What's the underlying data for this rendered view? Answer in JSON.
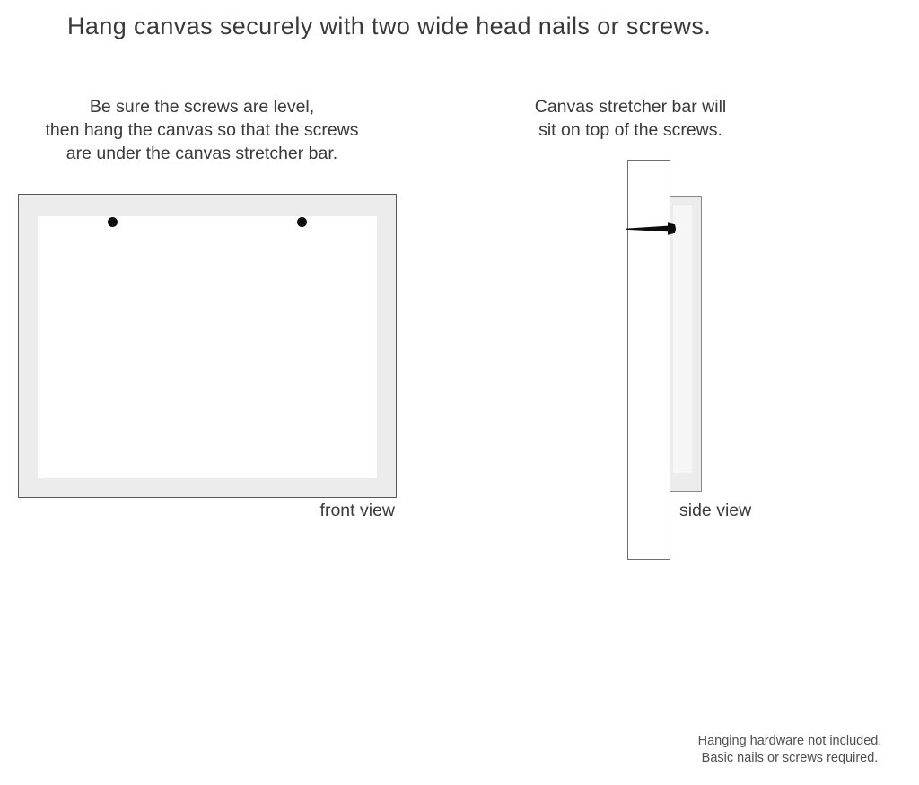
{
  "title": "Hang canvas securely with two wide head nails or screws.",
  "instructions": {
    "front": {
      "lines": [
        "Be sure the screws are level,",
        "then hang the canvas so that the screws",
        "are under the canvas stretcher bar."
      ]
    },
    "side": {
      "lines": [
        "Canvas stretcher bar will",
        "sit on top of the screws."
      ]
    }
  },
  "diagrams": {
    "front_view": {
      "label": "front view",
      "nail_count": 2
    },
    "side_view": {
      "label": "side view"
    }
  },
  "footnote": {
    "lines": [
      "Hanging hardware not included.",
      "Basic nails or screws required."
    ]
  },
  "colors": {
    "background": "#ffffff",
    "text": "#3a3a3a",
    "canvas_fill": "#ececec",
    "canvas_border": "#58585a",
    "nail": "#0d0d0d"
  }
}
